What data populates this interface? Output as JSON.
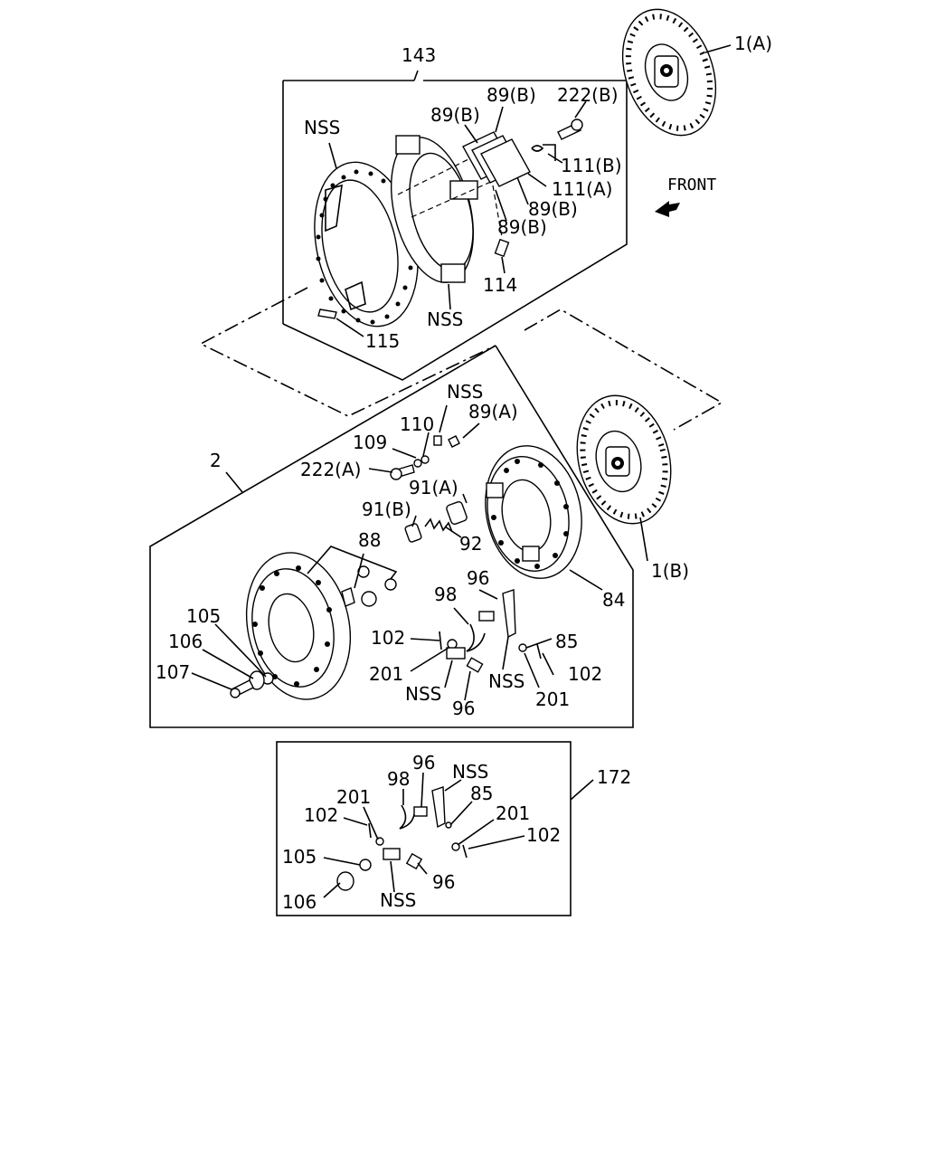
{
  "front_label": "FRONT",
  "labels": {
    "l143": "143",
    "l1a": "1(A)",
    "l222b": "222(B)",
    "l89b_1": "89(B)",
    "l89b_2": "89(B)",
    "l89b_3": "89(B)",
    "l89b_4": "89(B)",
    "nss_1": "NSS",
    "l111b": "111(B)",
    "l111a": "111(A)",
    "l114": "114",
    "nss_2": "NSS",
    "l115": "115",
    "nss_3": "NSS",
    "l110": "110",
    "l89a": "89(A)",
    "l109": "109",
    "l2": "2",
    "l222a": "222(A)",
    "l91a": "91(A)",
    "l91b": "91(B)",
    "l92": "92",
    "l88": "88",
    "l1b": "1(B)",
    "l96_1": "96",
    "l84": "84",
    "l98_1": "98",
    "l105_1": "105",
    "l106_1": "106",
    "l107": "107",
    "l102_1": "102",
    "l85_1": "85",
    "l201_1": "201",
    "l102_2": "102",
    "nss_4": "NSS",
    "nss_5": "NSS",
    "l201_2": "201",
    "l96_2": "96",
    "l96_3": "96",
    "nss_6": "NSS",
    "l172": "172",
    "l98_2": "98",
    "l201_3": "201",
    "l85_2": "85",
    "l102_3": "102",
    "l201_4": "201",
    "l102_4": "102",
    "l105_2": "105",
    "l96_4": "96",
    "nss_7": "NSS",
    "l106_2": "106"
  }
}
